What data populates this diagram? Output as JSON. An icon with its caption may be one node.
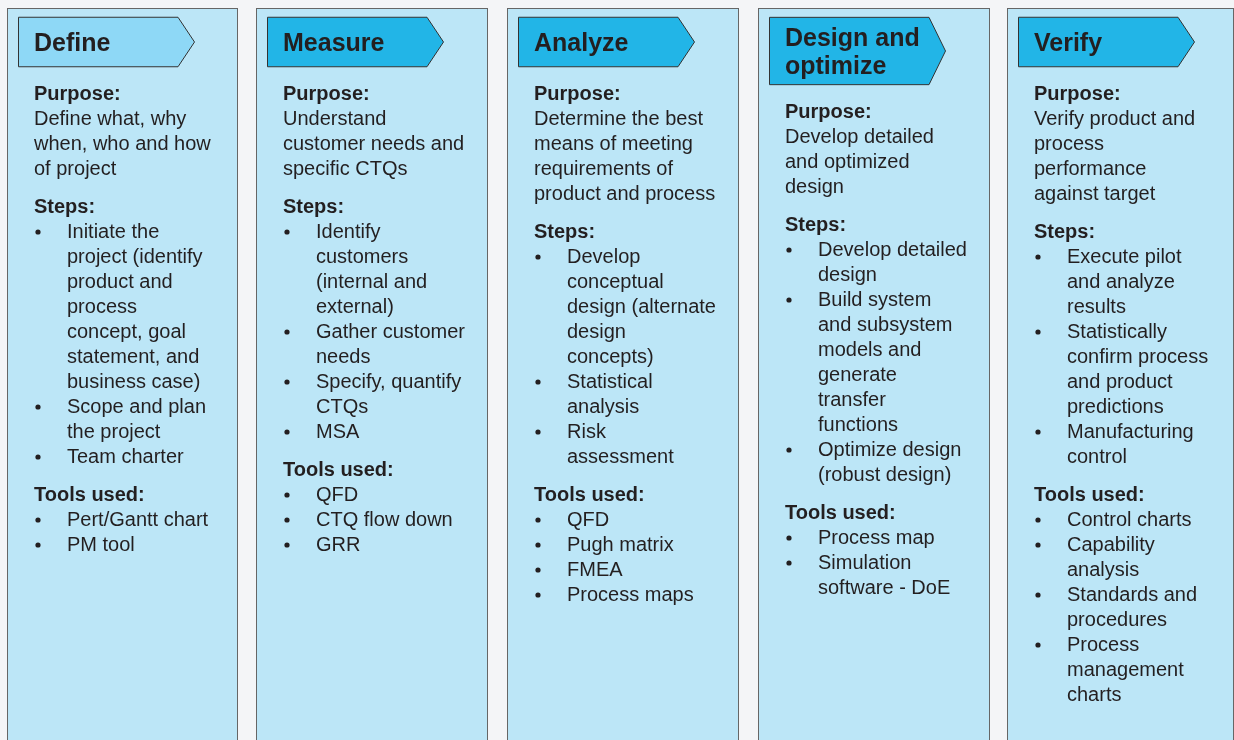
{
  "diagram": {
    "nodes": [
      {
        "text": [
          "Purpose:",
          "Define what, why when, who and how of project",
          "Steps:",
          "Initiate the project (identify product and process concept, goal statement, and business case)",
          "Scope and plan the project",
          "Team charter",
          "Tools used:",
          "Pert/Gantt chart",
          "PM tool"
        ]
      },
      {
        "text": [
          "Define"
        ],
        "in": 0
      },
      {
        "text": [
          "Purpose:",
          "Understand customer needs and specific CTQs",
          "Steps:",
          "Identify customers (internal and external)",
          "Gather customer needs",
          "Specify, quantify CTQs",
          "MSA",
          "Tools used:",
          "QFD",
          "CTQ flow down",
          "GRR"
        ]
      },
      {
        "text": [
          "Measure"
        ],
        "in": 2
      },
      {
        "text": [
          "Purpose:",
          "Determine the best means of meeting requirements of product and process",
          "Steps:",
          "Develop conceptual design (alternate design concepts)",
          "Statistical analysis",
          "Risk assessment",
          "Tools used:",
          "QFD",
          "Pugh matrix",
          "FMEA",
          "Process maps"
        ]
      },
      {
        "text": [
          "Analyze"
        ],
        "in": 4
      },
      {
        "text": [
          "Purpose:",
          "Develop detailed and optimized design",
          "Steps:",
          "Develop detailed design",
          "Build system and subsystem models and generate transfer functions",
          "Optimize design (robust design)",
          "Tools used:",
          "Process map",
          "Simulation software - DoE"
        ]
      },
      {
        "text": [
          "Design and optimize"
        ],
        "in": 6
      },
      {
        "text": [
          "Purpose:",
          "Verify product and process performance against target",
          "Steps:",
          "Execute pilot and analyze results",
          "Statistically confirm process and product predictions",
          "Manufacturing control",
          "Tools used:",
          "Control charts",
          "Capability analysis",
          "Standards and procedures",
          "Process management charts"
        ]
      },
      {
        "text": [
          "Verify"
        ],
        "in": 8
      }
    ]
  }
}
